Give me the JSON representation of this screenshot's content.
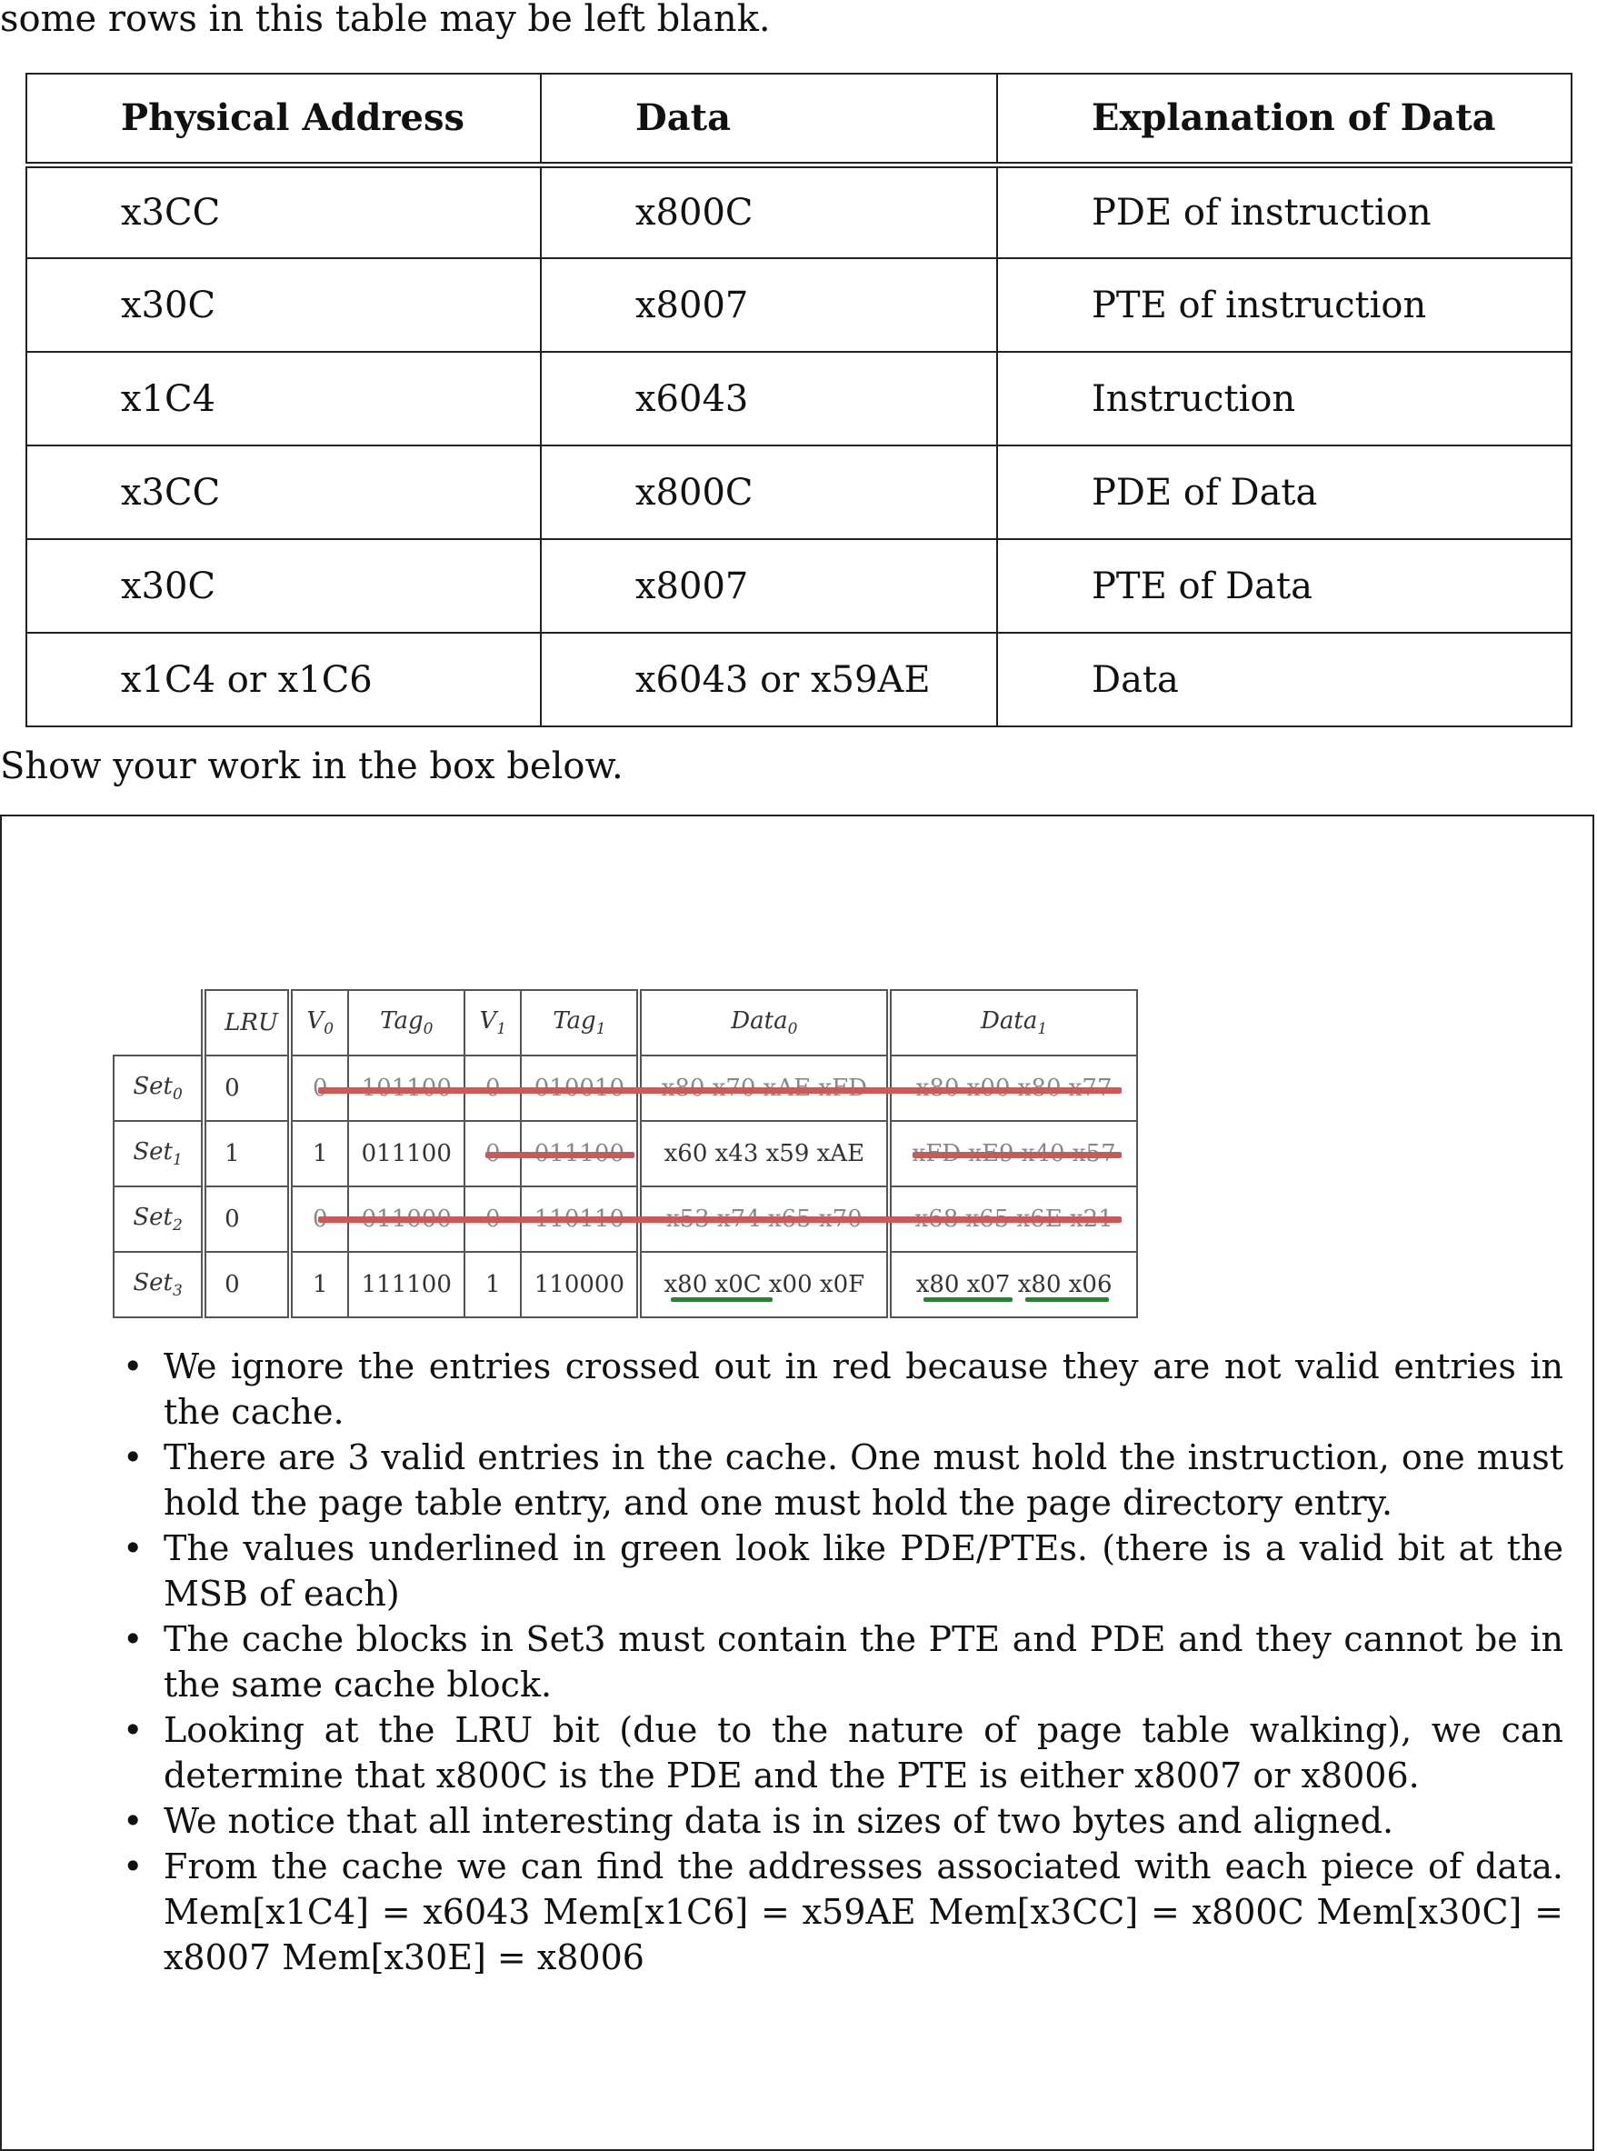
{
  "intro_text": "some rows in this table may be left blank.",
  "address_table": {
    "headers": [
      "Physical Address",
      "Data",
      "Explanation of Data"
    ],
    "rows": [
      [
        "x3CC",
        "x800C",
        "PDE of instruction"
      ],
      [
        "x30C",
        "x8007",
        "PTE of instruction"
      ],
      [
        "x1C4",
        "x6043",
        "Instruction"
      ],
      [
        "x3CC",
        "x800C",
        "PDE of Data"
      ],
      [
        "x30C",
        "x8007",
        "PTE of Data"
      ],
      [
        "x1C4 or x1C6",
        "x6043 or x59AE",
        "Data"
      ]
    ]
  },
  "work_prompt": "Show your work in the box below.",
  "cache_table": {
    "headers": {
      "lru": "LRU",
      "v0": "V",
      "v0_sub": "0",
      "tag0": "Tag",
      "tag0_sub": "0",
      "v1": "V",
      "v1_sub": "1",
      "tag1": "Tag",
      "tag1_sub": "1",
      "data0": "Data",
      "data0_sub": "0",
      "data1": "Data",
      "data1_sub": "1"
    },
    "rows": [
      {
        "set": "Set",
        "set_sub": "0",
        "lru": "0",
        "v0": "0",
        "tag0": "101100",
        "v1": "0",
        "tag1": "010010",
        "data0": "x80 x70 xAE xFD",
        "data1": "x80 x00 x80 x77"
      },
      {
        "set": "Set",
        "set_sub": "1",
        "lru": "1",
        "v0": "1",
        "tag0": "011100",
        "v1": "0",
        "tag1": "011100",
        "data0": "x60 x43 x59 xAE",
        "data1": "xFD xE9 x40 x57"
      },
      {
        "set": "Set",
        "set_sub": "2",
        "lru": "0",
        "v0": "0",
        "tag0": "011000",
        "v1": "0",
        "tag1": "110110",
        "data0": "x53 x74 x65 x70",
        "data1": "x68 x65 x6E x21"
      },
      {
        "set": "Set",
        "set_sub": "3",
        "lru": "0",
        "v0": "1",
        "tag0": "111100",
        "v1": "1",
        "tag1": "110000",
        "data0": "x80 x0C x00 x0F",
        "data1": "x80 x07 x80 x06"
      }
    ],
    "strike_color": "#c85a5a",
    "underline_color": "#1a8a2a"
  },
  "bullets": [
    "We ignore the entries crossed out in red because they are not valid entries in the cache.",
    "There are 3 valid entries in the cache. One must hold the instruction, one must hold the page table entry, and one must hold the page directory entry.",
    "The values underlined in green look like PDE/PTEs. (there is a valid bit at the MSB of each)",
    "The cache blocks in Set3 must contain the PTE and PDE and they cannot be in the same cache block.",
    "Looking at the LRU bit (due to the nature of page table walking), we can determine that x800C is the PDE and the PTE is either x8007 or x8006.",
    "We notice that all interesting data is in sizes of two bytes and aligned.",
    "From the cache we can find the addresses associated with each piece of data. Mem[x1C4] = x6043 Mem[x1C6] = x59AE Mem[x3CC] = x800C Mem[x30C] = x8007 Mem[x30E] = x8006"
  ]
}
